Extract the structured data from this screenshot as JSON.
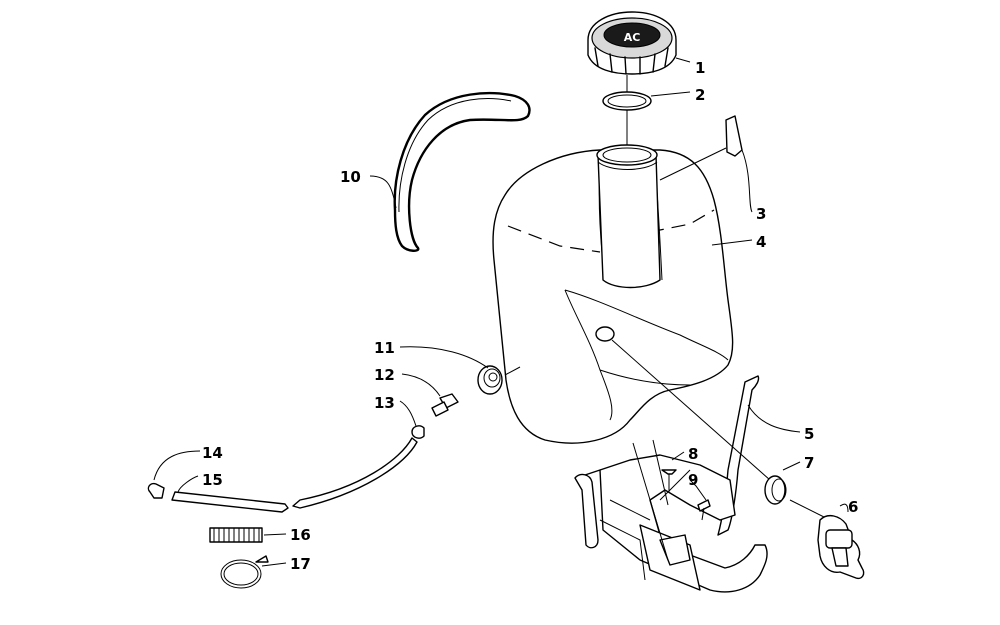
{
  "diagram": {
    "callouts": [
      "1",
      "2",
      "3",
      "4",
      "5",
      "6",
      "7",
      "8",
      "9",
      "10",
      "11",
      "12",
      "13",
      "14",
      "15",
      "16",
      "17"
    ],
    "cap_logo_text": "AC"
  }
}
